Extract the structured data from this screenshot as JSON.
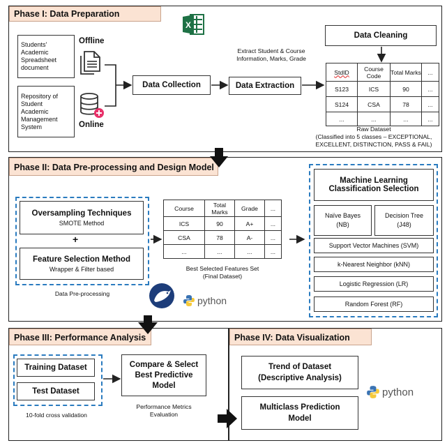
{
  "colors": {
    "title_bg": "#fbe3d3",
    "dash": "#2a7bbf",
    "excel": "#1e7145",
    "online_badge": "#e8326a"
  },
  "phase1": {
    "title": "Phase I: Data Preparation",
    "spreadsheet": "Students' Academic Spreadsheet document",
    "offline": "Offline",
    "repository": "Repository of Student Academic Management System",
    "online": "Online",
    "collection": "Data Collection",
    "extract_note": "Extract Student & Course Information, Marks, Grade",
    "extraction": "Data Extraction",
    "cleaning": "Data Cleaning",
    "raw_table": [
      [
        "StdID",
        "Course Code",
        "Total Marks",
        "..."
      ],
      [
        "S123",
        "ICS",
        "90",
        "..."
      ],
      [
        "S124",
        "CSA",
        "78",
        "..."
      ],
      [
        "...",
        "...",
        "...",
        "..."
      ]
    ],
    "raw_caption1": "Raw Dataset",
    "raw_caption2": "(Classified into 5 classes – EXCEPTIONAL,",
    "raw_caption3": "EXCELLENT, DISTINCTION, PASS & FAIL)"
  },
  "phase2": {
    "title": "Phase II: Data Pre-processing and Design Model",
    "oversampling": "Oversampling Techniques",
    "smote": "SMOTE Method",
    "plus": "+",
    "feature": "Feature Selection Method",
    "wrapper": "Wrapper & Filter based",
    "preproc": "Data Pre-processing",
    "feat_table": [
      [
        "Course",
        "Total Marks",
        "Grade",
        "..."
      ],
      [
        "ICS",
        "90",
        "A+",
        "..."
      ],
      [
        "CSA",
        "78",
        "A-",
        "..."
      ],
      [
        "...",
        "...",
        "...",
        "..."
      ]
    ],
    "feat_caption1": "Best Selected Features Set",
    "feat_caption2": "(Final Dataset)",
    "ml_title": "Machine Learning Classification Selection",
    "nb1": "Naïve Bayes",
    "nb2": "(NB)",
    "dt1": "Decision Tree",
    "dt2": "(J48)",
    "svm": "Support Vector Machines (SVM)",
    "knn": "k-Nearest Neighbor (kNN)",
    "lr": "Logistic Regression (LR)",
    "rf": "Random Forest (RF)",
    "python": "python"
  },
  "phase3": {
    "title": "Phase III: Performance Analysis",
    "training": "Training Dataset",
    "test": "Test Dataset",
    "cv": "10-fold cross validation",
    "compare": "Compare & Select Best Predictive Model",
    "metrics1": "Performance Metrics",
    "metrics2": "Evaluation"
  },
  "phase4": {
    "title": "Phase IV: Data Visualization",
    "trend1": "Trend of Dataset",
    "trend2": "(Descriptive Analysis)",
    "multi": "Multiclass Prediction Model",
    "python": "python"
  }
}
